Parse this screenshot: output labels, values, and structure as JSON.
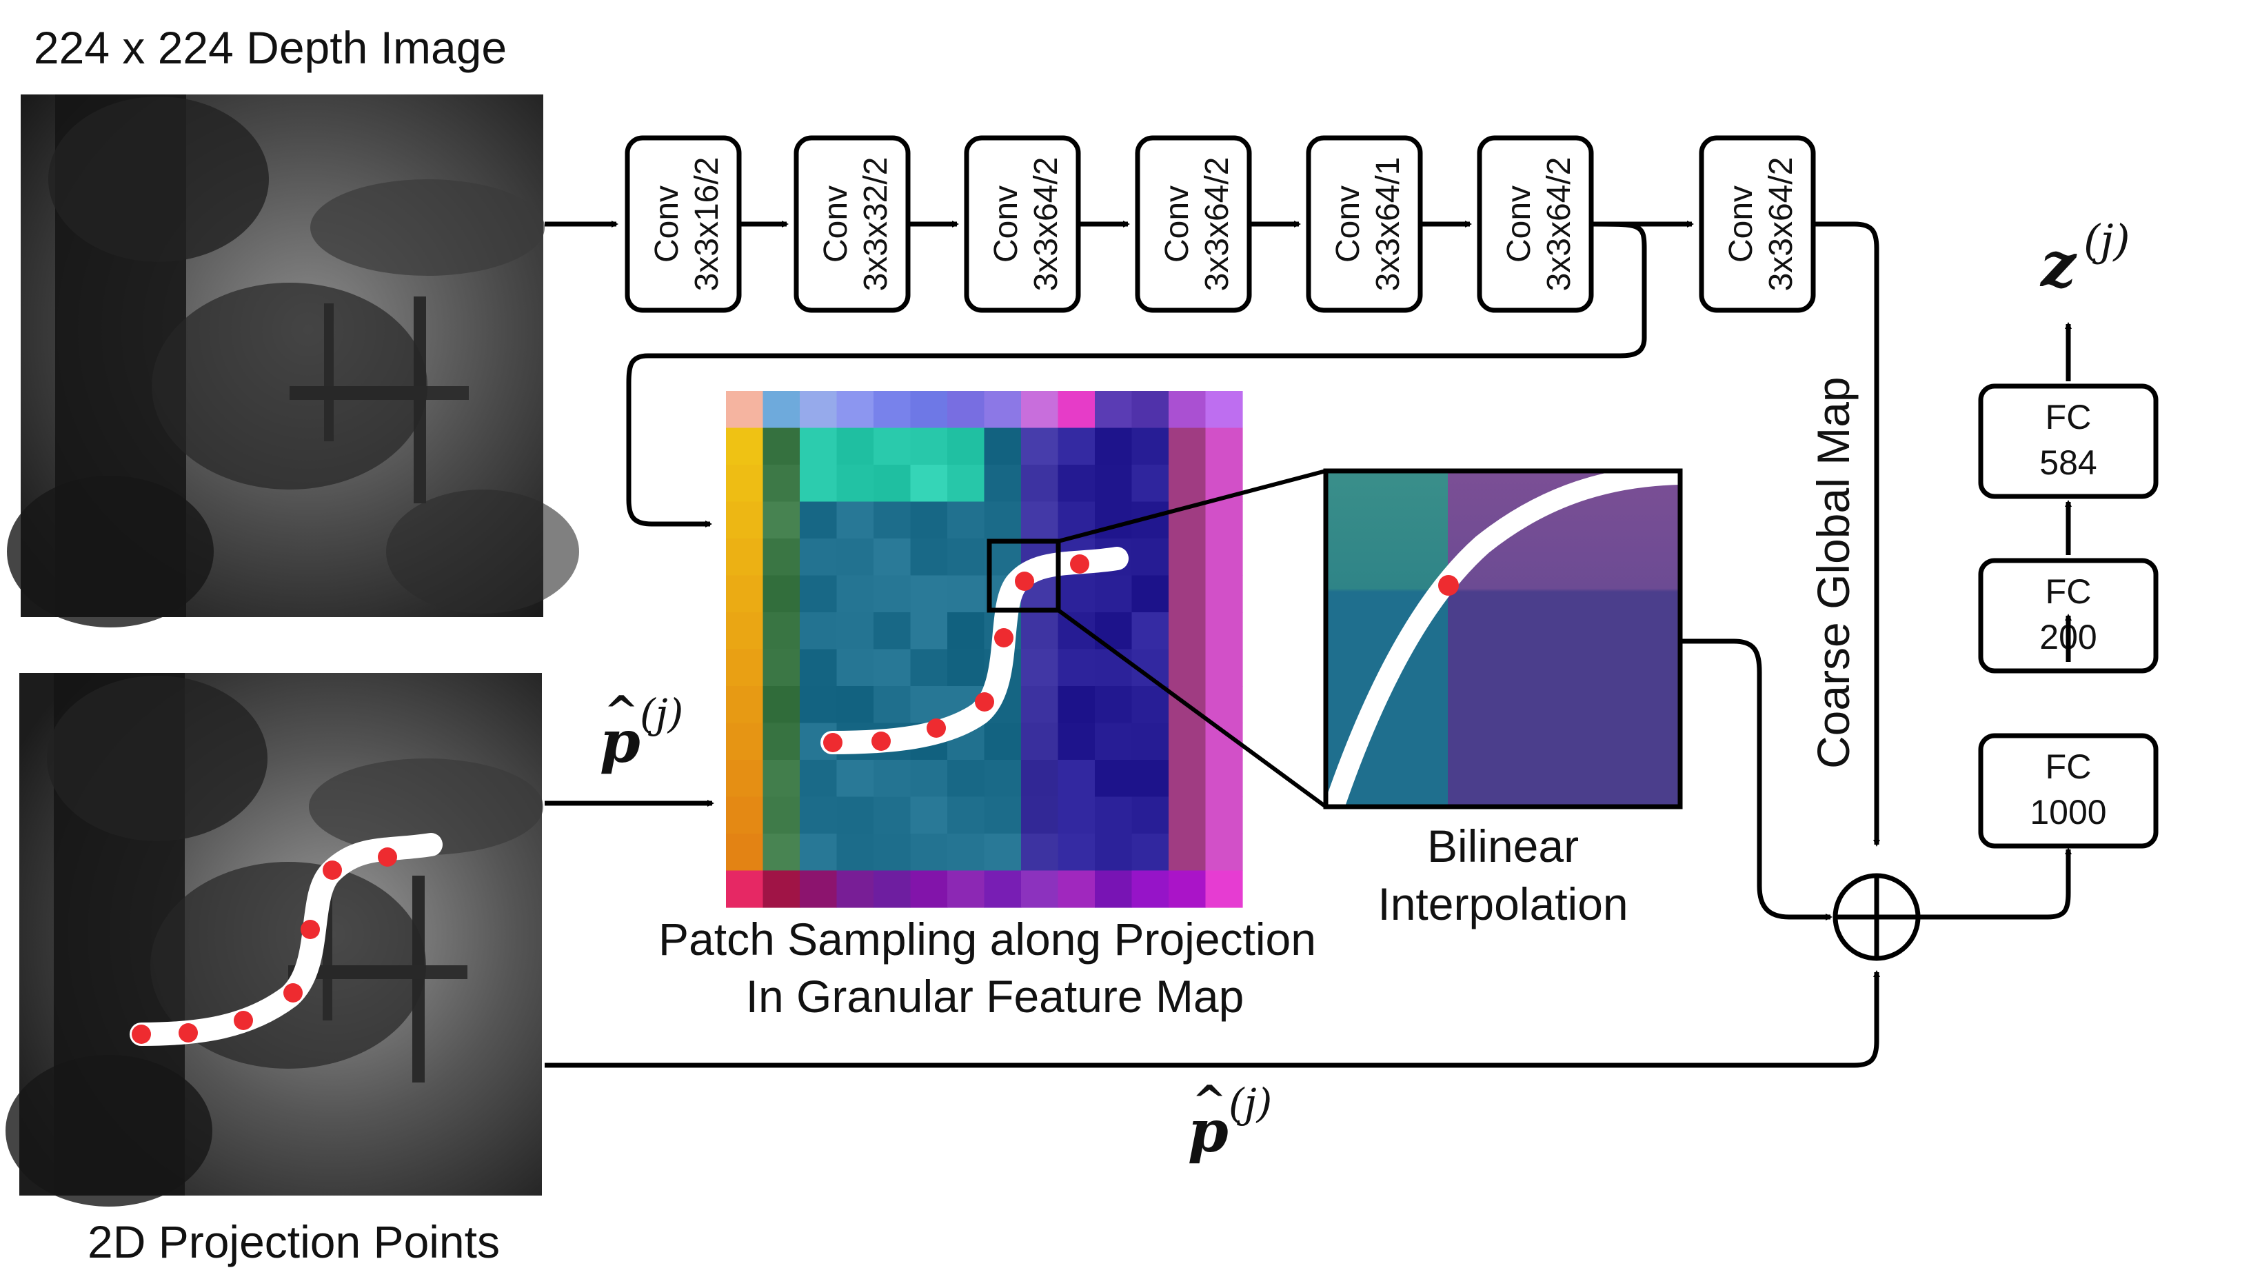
{
  "labels": {
    "depth_image": "224 x 224 Depth Image",
    "projection_points": "2D Projection Points",
    "patch_sampling_line1": "Patch Sampling along Projection",
    "patch_sampling_line2": "In Granular Feature Map",
    "bilinear_line1": "Bilinear",
    "bilinear_line2": "Interpolation",
    "coarse_global_map": "Coarse Global Map"
  },
  "math": {
    "p_base": "p",
    "p_hat": "^",
    "p_sup": "(j)",
    "z_base": "z",
    "z_sup": "(j)"
  },
  "conv_layers": [
    {
      "name": "Conv",
      "spec": "3x3x16/2"
    },
    {
      "name": "Conv",
      "spec": "3x3x32/2"
    },
    {
      "name": "Conv",
      "spec": "3x3x64/2"
    },
    {
      "name": "Conv",
      "spec": "3x3x64/2"
    },
    {
      "name": "Conv",
      "spec": "3x3x64/1"
    },
    {
      "name": "Conv",
      "spec": "3x3x64/2"
    },
    {
      "name": "Conv",
      "spec": "3x3x64/2"
    }
  ],
  "fc_layers": [
    {
      "name": "FC",
      "size": "1000"
    },
    {
      "name": "FC",
      "size": "200"
    },
    {
      "name": "FC",
      "size": "584"
    }
  ],
  "operator": "concatenation-sum-icon",
  "colors": {
    "line": "#000000",
    "point": "#ee2b30",
    "path": "#ffffff",
    "fm_base": "#1d6f8a",
    "fm_right": "#2a1f8c",
    "zoom_teal": "#1f6f8e",
    "zoom_purple": "#4b3e8c"
  }
}
